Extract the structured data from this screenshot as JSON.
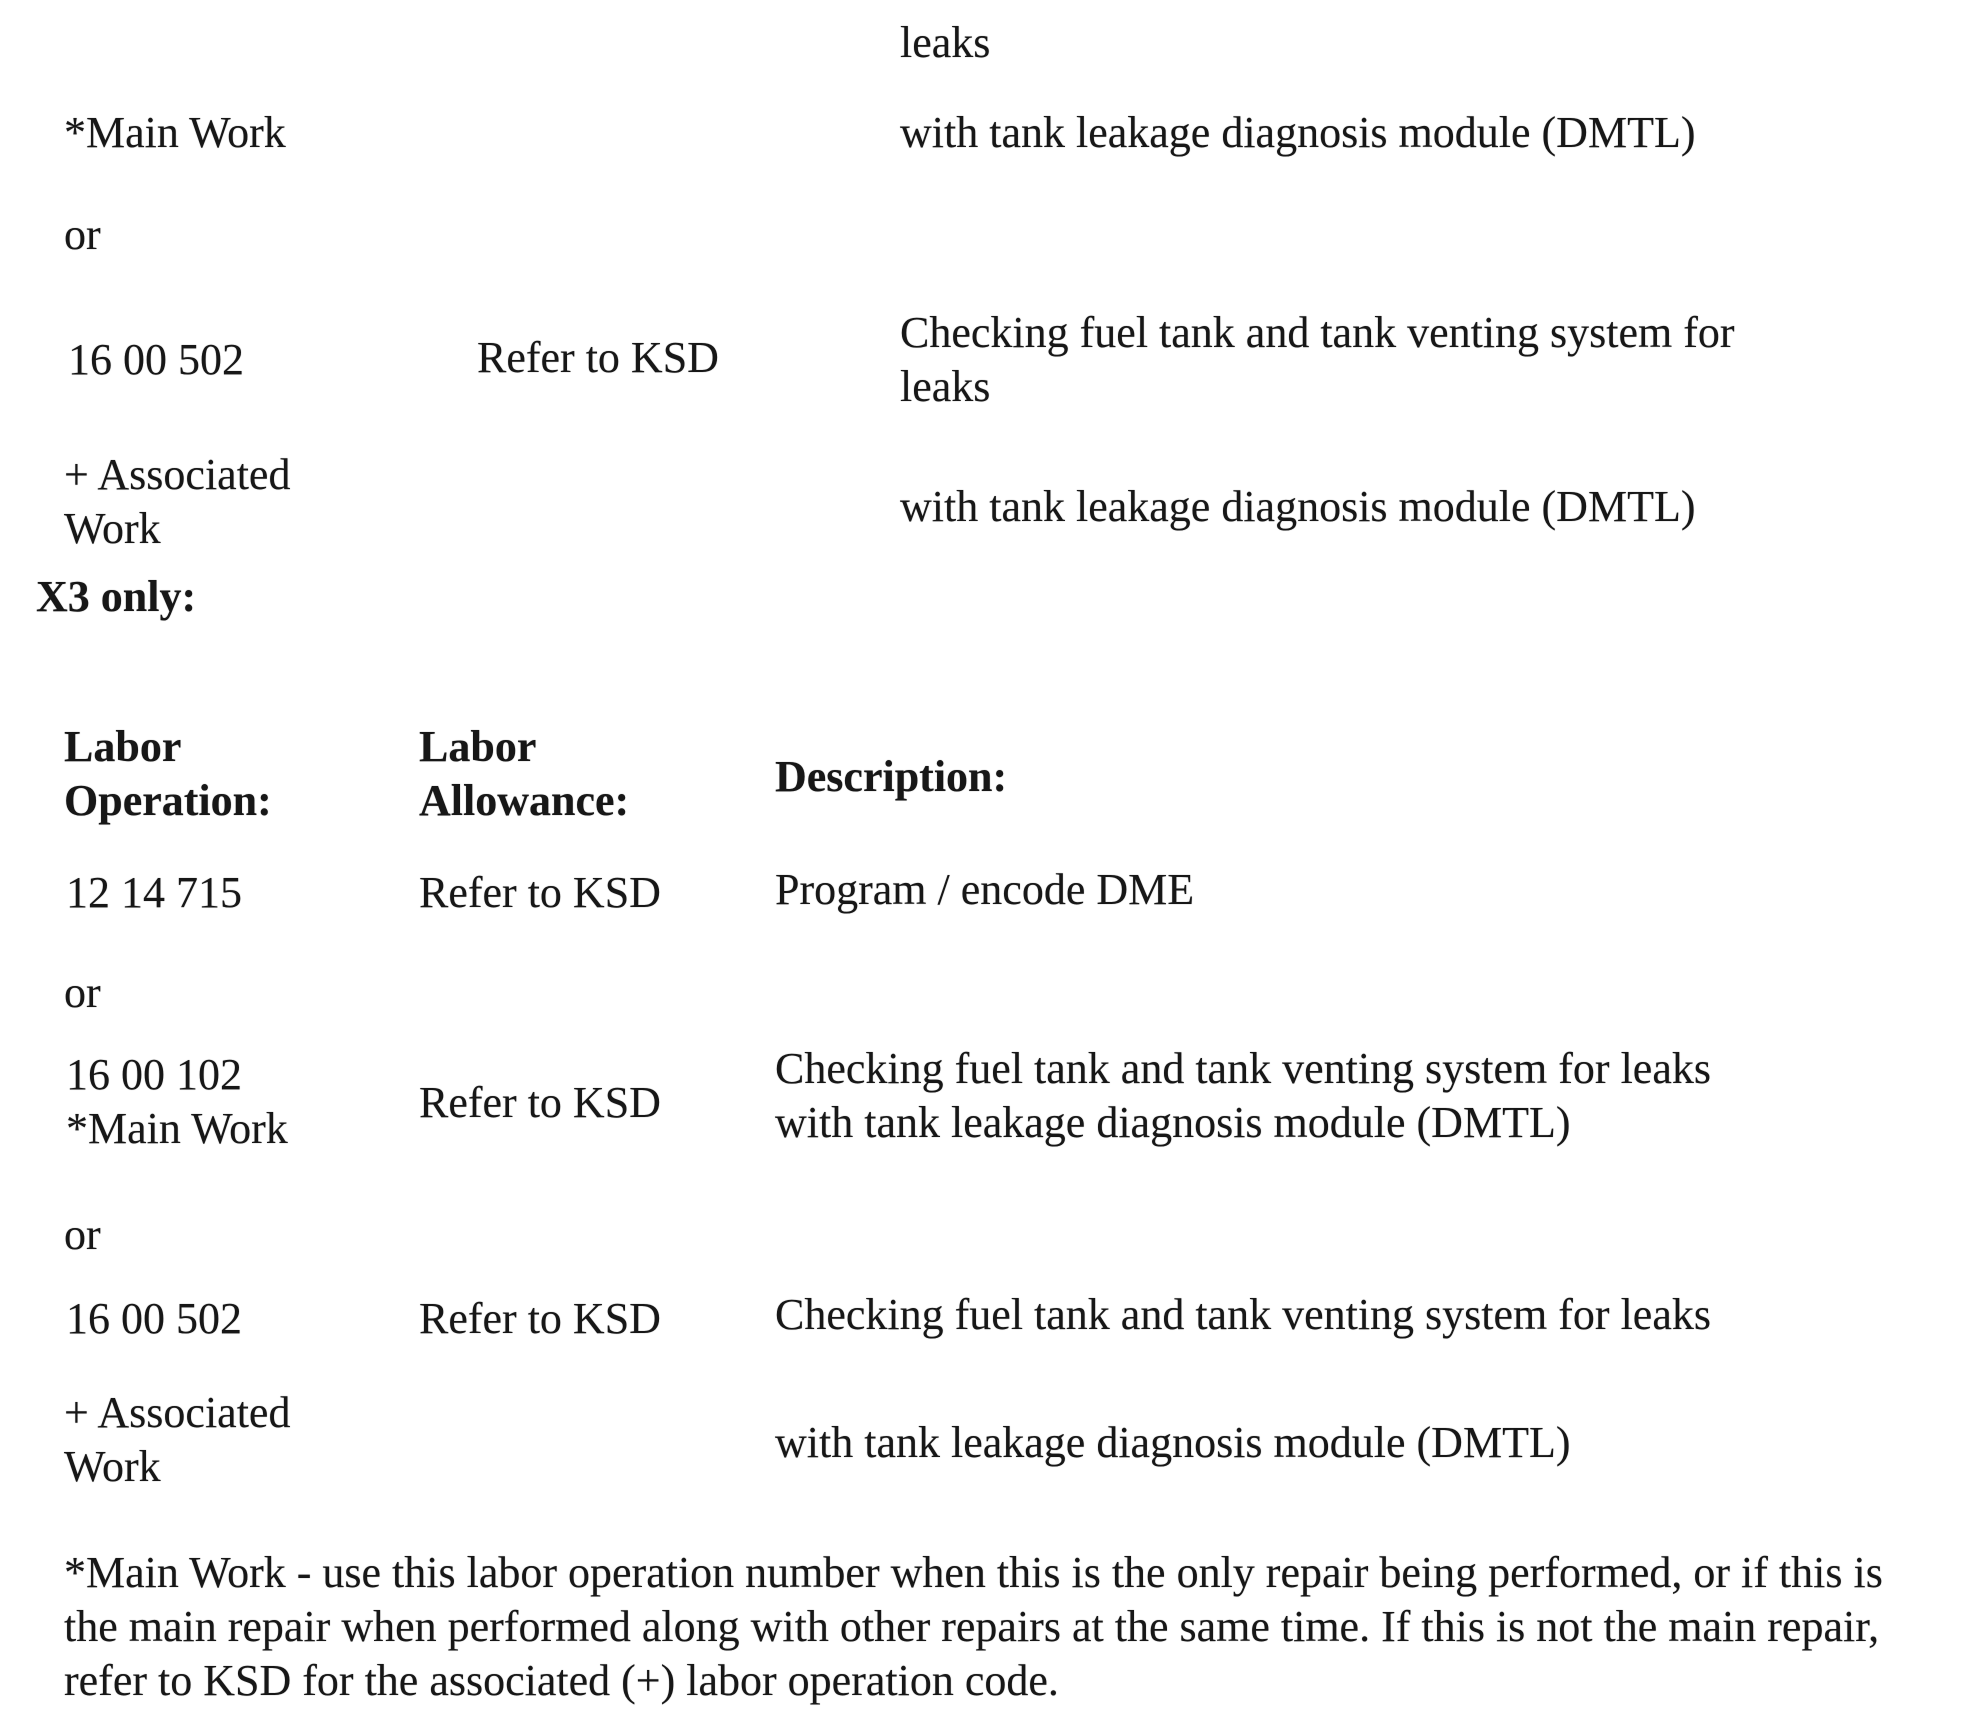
{
  "continued_table": {
    "rows": [
      {
        "labor_op": "",
        "allowance": "",
        "description": "leaks"
      },
      {
        "labor_op": "*Main Work",
        "allowance": "",
        "description": "with tank leakage diagnosis module (DMTL)"
      },
      {
        "labor_op": "or",
        "allowance": "",
        "description": ""
      },
      {
        "labor_op": "16 00 502",
        "allowance": "Refer to KSD",
        "description": "Checking fuel tank and tank venting system for\nleaks"
      },
      {
        "labor_op": "+ Associated\nWork",
        "allowance": "",
        "description": "with tank leakage diagnosis module (DMTL)"
      }
    ]
  },
  "section_heading": "X3 only:",
  "x3_table": {
    "header": {
      "labor_operation": "Labor\nOperation:",
      "labor_allowance": "Labor\nAllowance:",
      "description": "Description:"
    },
    "rows": [
      {
        "labor_op": "12 14 715",
        "allowance": "Refer to KSD",
        "description": "Program / encode DME"
      },
      {
        "labor_op": "or",
        "allowance": "",
        "description": ""
      },
      {
        "labor_op": "16 00 102\n*Main Work",
        "allowance": "Refer to KSD",
        "description": "Checking fuel tank and tank venting system for leaks\nwith tank leakage diagnosis module (DMTL)"
      },
      {
        "labor_op": "or",
        "allowance": "",
        "description": ""
      },
      {
        "labor_op": "16 00 502",
        "allowance": "Refer to KSD",
        "description": "Checking fuel tank and tank venting system for leaks"
      },
      {
        "labor_op": "+ Associated\nWork",
        "allowance": "",
        "description": "with tank leakage diagnosis module (DMTL)"
      }
    ]
  },
  "footnote": "*Main Work - use this labor operation number when this is the only repair being performed, or if this is the main repair when performed along with other repairs at the same time. If this is not the main repair, refer to KSD for the associated (+) labor operation code."
}
